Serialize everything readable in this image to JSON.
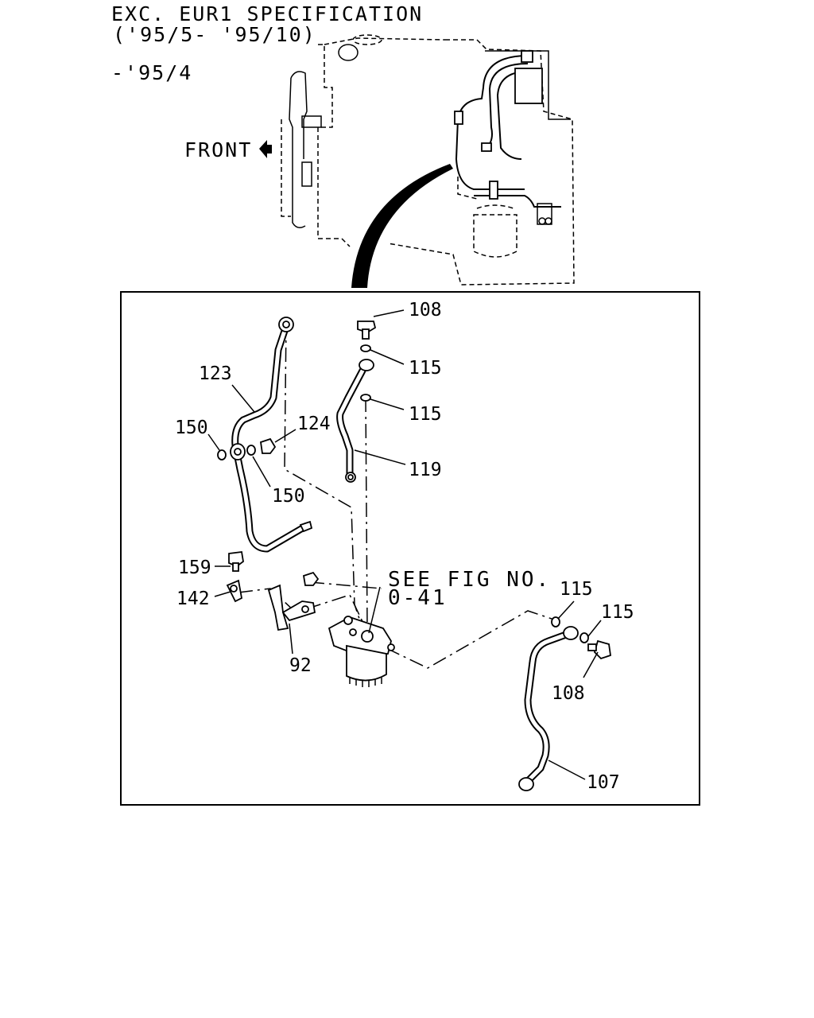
{
  "header": {
    "spec_line": "EXC. EUR1 SPECIFICATION",
    "date_range": "('95/5- '95/10)",
    "date_prior": "-'95/4",
    "front_label": "FRONT"
  },
  "reference": {
    "see_fig": "SEE FIG NO.",
    "fig_no": "0-41"
  },
  "callouts": [
    {
      "id": "108",
      "text": "108"
    },
    {
      "id": "115",
      "text": "115"
    },
    {
      "id": "115",
      "text": "115"
    },
    {
      "id": "123",
      "text": "123"
    },
    {
      "id": "124",
      "text": "124"
    },
    {
      "id": "150",
      "text": "150"
    },
    {
      "id": "150",
      "text": "150"
    },
    {
      "id": "119",
      "text": "119"
    },
    {
      "id": "159",
      "text": "159"
    },
    {
      "id": "142",
      "text": "142"
    },
    {
      "id": "92",
      "text": "92"
    },
    {
      "id": "115",
      "text": "115"
    },
    {
      "id": "115",
      "text": "115"
    },
    {
      "id": "108",
      "text": "108"
    },
    {
      "id": "107",
      "text": "107"
    }
  ],
  "icons": {
    "front_arrow": "arrow-left-icon"
  }
}
